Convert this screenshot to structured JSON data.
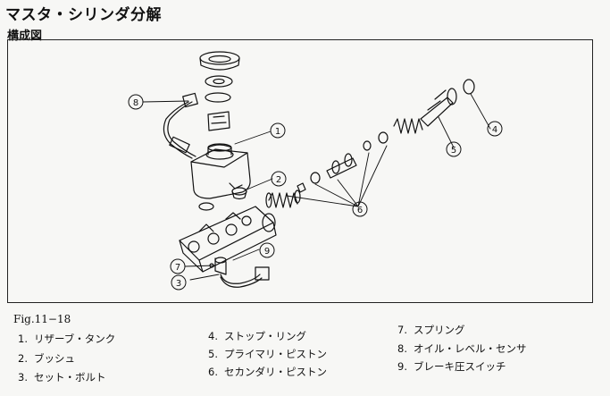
{
  "page": {
    "title": "マスタ・シリンダ分解",
    "subtitle": "構成図",
    "figure_label": "Fig.11−18"
  },
  "callouts": [
    "1",
    "2",
    "3",
    "4",
    "5",
    "6",
    "7",
    "8",
    "9"
  ],
  "legend": [
    {
      "num": "1.",
      "text": "リザーブ・タンク"
    },
    {
      "num": "2.",
      "text": "ブッシュ"
    },
    {
      "num": "3.",
      "text": "セット・ボルト"
    },
    {
      "num": "4.",
      "text": "ストップ・リング"
    },
    {
      "num": "5.",
      "text": "プライマリ・ピストン"
    },
    {
      "num": "6.",
      "text": "セカンダリ・ピストン"
    },
    {
      "num": "7.",
      "text": "スプリング"
    },
    {
      "num": "8.",
      "text": "オイル・レベル・センサ"
    },
    {
      "num": "9.",
      "text": "ブレーキ圧スイッチ"
    }
  ]
}
